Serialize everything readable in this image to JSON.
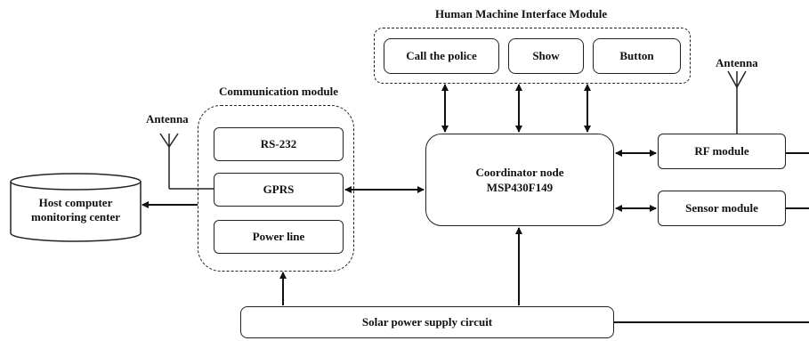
{
  "hmi_module": {
    "title": "Human Machine Interface Module",
    "items": [
      "Call the police",
      "Show",
      "Button"
    ]
  },
  "communication_module": {
    "title": "Communication module",
    "items": [
      "RS-232",
      "GPRS",
      "Power line"
    ]
  },
  "antenna_left": "Antenna",
  "antenna_right": "Antenna",
  "host": {
    "line1": "Host computer",
    "line2": "monitoring center"
  },
  "coordinator": {
    "line1": "Coordinator node",
    "line2": "MSP430F149"
  },
  "rf_module": "RF module",
  "sensor_module": "Sensor module",
  "solar": "Solar power supply circuit"
}
